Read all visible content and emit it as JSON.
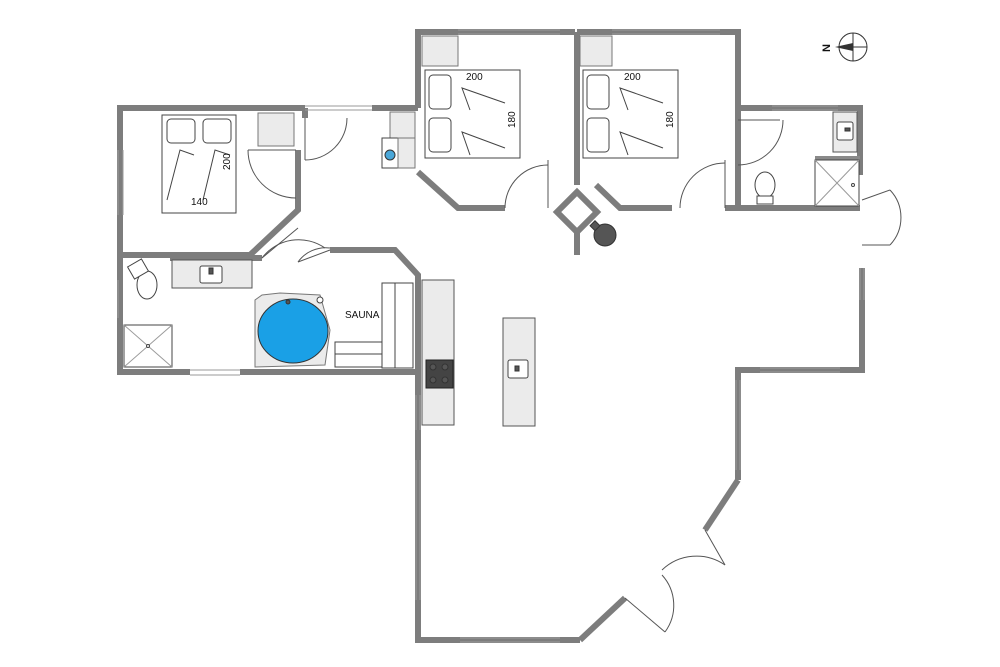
{
  "labels": {
    "bed_master_width": "140",
    "bed_master_length": "200",
    "bed_room2_length": "200",
    "bed_room2_width": "180",
    "bed_room3_length": "200",
    "bed_room3_width": "180",
    "sauna": "SAUNA",
    "compass_north": "N"
  },
  "colors": {
    "wall": "#7d7d7d",
    "counter": "#ebebeb",
    "pool": "#1aa0e6",
    "stove": "#444444"
  }
}
